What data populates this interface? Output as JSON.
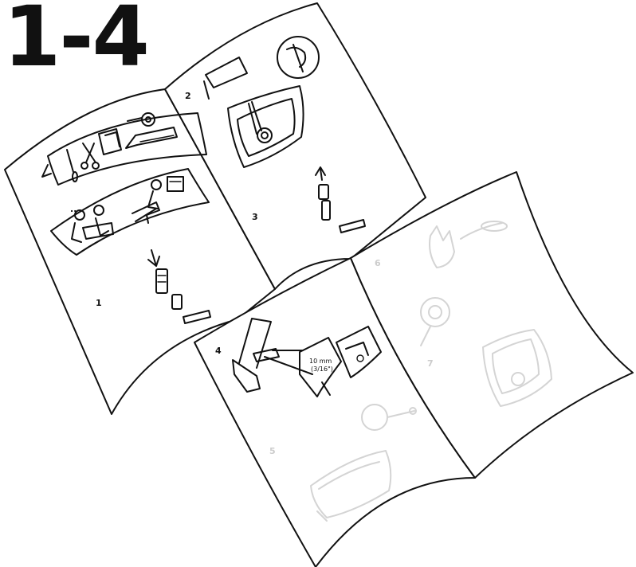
{
  "title": "1-4",
  "booklet_back": {
    "step_labels": [
      "1",
      "2",
      "3"
    ]
  },
  "booklet_front": {
    "step_labels": [
      "4",
      "5",
      "6",
      "7"
    ],
    "dimension_label": {
      "metric": "10 mm",
      "imperial": "(3/16\")"
    }
  }
}
